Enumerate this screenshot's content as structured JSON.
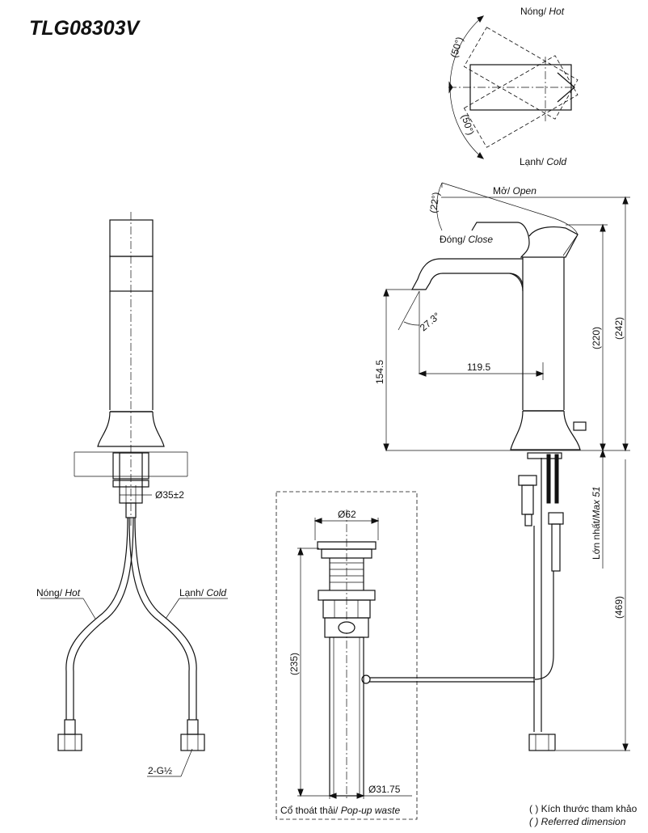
{
  "title": "TLG08303V",
  "labels": {
    "hot_top_vi": "Nóng/",
    "hot_top_en": "Hot",
    "cold_top_vi": "Lạnh/",
    "cold_top_en": "Cold",
    "open_vi": "Mở/",
    "open_en": "Open",
    "close_vi": "Đóng/",
    "close_en": "Close",
    "hot_pipe_vi": "Nóng/",
    "hot_pipe_en": "Hot",
    "cold_pipe_vi": "Lạnh/",
    "cold_pipe_en": "Cold",
    "thread": "2-G½",
    "waste_vi": "Cổ thoát thải/",
    "waste_en": "Pop-up waste",
    "max_vi": "Lớn nhất/",
    "max_en": "Max 51"
  },
  "dimensions": {
    "angle_hot": "(50°)",
    "angle_cold": "(50°)",
    "angle_lever": "(22°)",
    "angle_spout": "27.3°",
    "spout_reach": "119.5",
    "spout_height": "154.5",
    "height_220": "(220)",
    "height_242": "(242)",
    "hole_dia": "Ø35±2",
    "waste_top_dia": "Ø62",
    "waste_len": "(235)",
    "waste_pipe_dia": "Ø31.75",
    "hose_len": "(469)"
  },
  "legend": {
    "line1": "( ) Kích thước tham khảo",
    "line2": "( ) Referred dimension"
  }
}
